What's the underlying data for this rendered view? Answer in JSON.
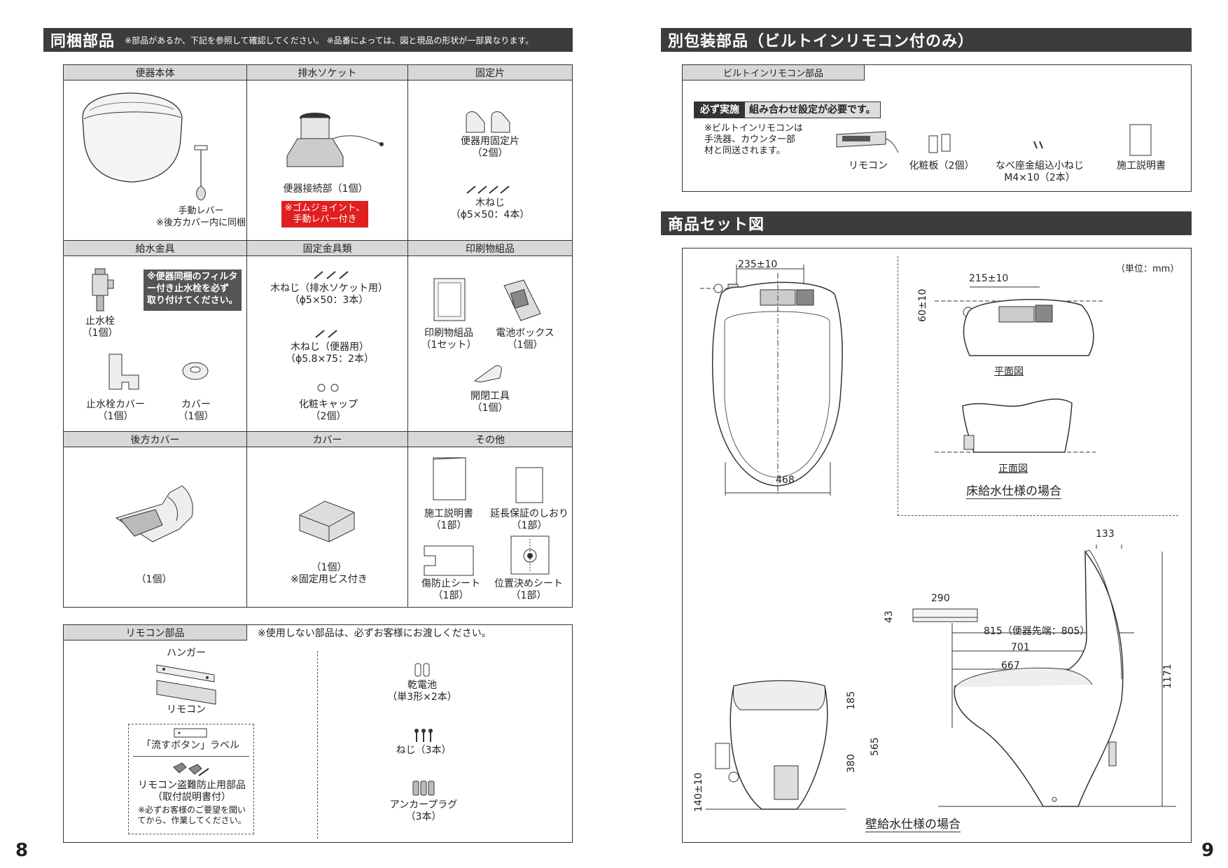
{
  "left": {
    "section_title": "同梱部品",
    "section_note": "※部品があるか、下記を参照して確認してください。 ※品番によっては、図と現品の形状が一部異なります。",
    "headers": [
      "便器本体",
      "排水ソケット",
      "固定片",
      "給水金具",
      "固定金具類",
      "印刷物組品",
      "後方カバー",
      "カバー",
      "その他"
    ],
    "items": {
      "manual_lever": "手動レバー\n※後方カバー内に同梱",
      "bowl_connector": "便器接続部（1個）",
      "bowl_connector_note": "※ゴムジョイント、\n手動レバー付き",
      "bowl_fixing": "便器用固定片\n（2個）",
      "wood_screw_4": "木ねじ\n（ϕ5×50：4本）",
      "stop_valve": "止水栓\n（1個）",
      "stop_valve_note": "※便器同梱のフィルタ\nー付き止水栓を必ず\n取り付けてください。",
      "stop_valve_cover": "止水栓カバー\n（1個）",
      "cover_small": "カバー\n（1個）",
      "wood_screw_socket": "木ねじ（排水ソケット用）\n（ϕ5×50：3本）",
      "wood_screw_bowl": "木ねじ（便器用）\n（ϕ5.8×75：2本）",
      "decor_cap": "化粧キャップ\n（2個）",
      "printed_set": "印刷物組品\n（1セット）",
      "battery_box": "電池ボックス\n（1個）",
      "opener_tool": "開閉工具\n（1個）",
      "rear_cover_count": "（1個）",
      "cover_count": "（1個）\n※固定用ビス付き",
      "install_manual": "施工説明書\n（1部）",
      "warranty": "延長保証のしおり\n（1部）",
      "protect_sheet": "傷防止シート\n（1部）",
      "position_sheet": "位置決めシート\n（1部）"
    },
    "remote": {
      "header": "リモコン部品",
      "note": "※使用しない部品は、必ずお客様にお渡しください。",
      "hanger": "ハンガー",
      "remote": "リモコン",
      "flush_label": "「流すボタン」ラベル",
      "antitheft": "リモコン盗難防止用部品\n（取付説明書付）",
      "antitheft_note": "※必ずお客様のご要望を聞い\nてから、作業してください。",
      "battery": "乾電池\n（単3形×2本）",
      "screw": "ねじ（3本）",
      "anchor": "アンカープラグ\n（3本）"
    },
    "page": "8"
  },
  "right": {
    "section1_title": "別包装部品（ビルトインリモコン付のみ）",
    "builtin_header": "ビルトインリモコン部品",
    "must_tag": "必ず実施",
    "must_text": "組み合わせ設定が必要です。",
    "builtin_note": "※ビルトインリモコンは\n手洗器、カウンター部\n材と同送されます。",
    "builtin_items": [
      "リモコン",
      "化粧板（2個）",
      "なべ座金組込小ねじ\nM4×10（2本）",
      "施工説明書"
    ],
    "section2_title": "商品セット図",
    "unit": "（単位：mm）",
    "dims": {
      "d235": "235±10",
      "d468": "468",
      "d215": "215±10",
      "d60": "60±10",
      "plan": "平面図",
      "front": "正面図",
      "floor_case": "床給水仕様の場合",
      "d133": "133",
      "d290": "290",
      "d43": "43",
      "d815": "815（便器先端：805）",
      "d701": "701",
      "d667": "667",
      "d1171": "1171",
      "d185": "185",
      "d565": "565",
      "d380": "380",
      "d140": "140±10",
      "wall_case": "壁給水仕様の場合"
    },
    "page": "9"
  }
}
